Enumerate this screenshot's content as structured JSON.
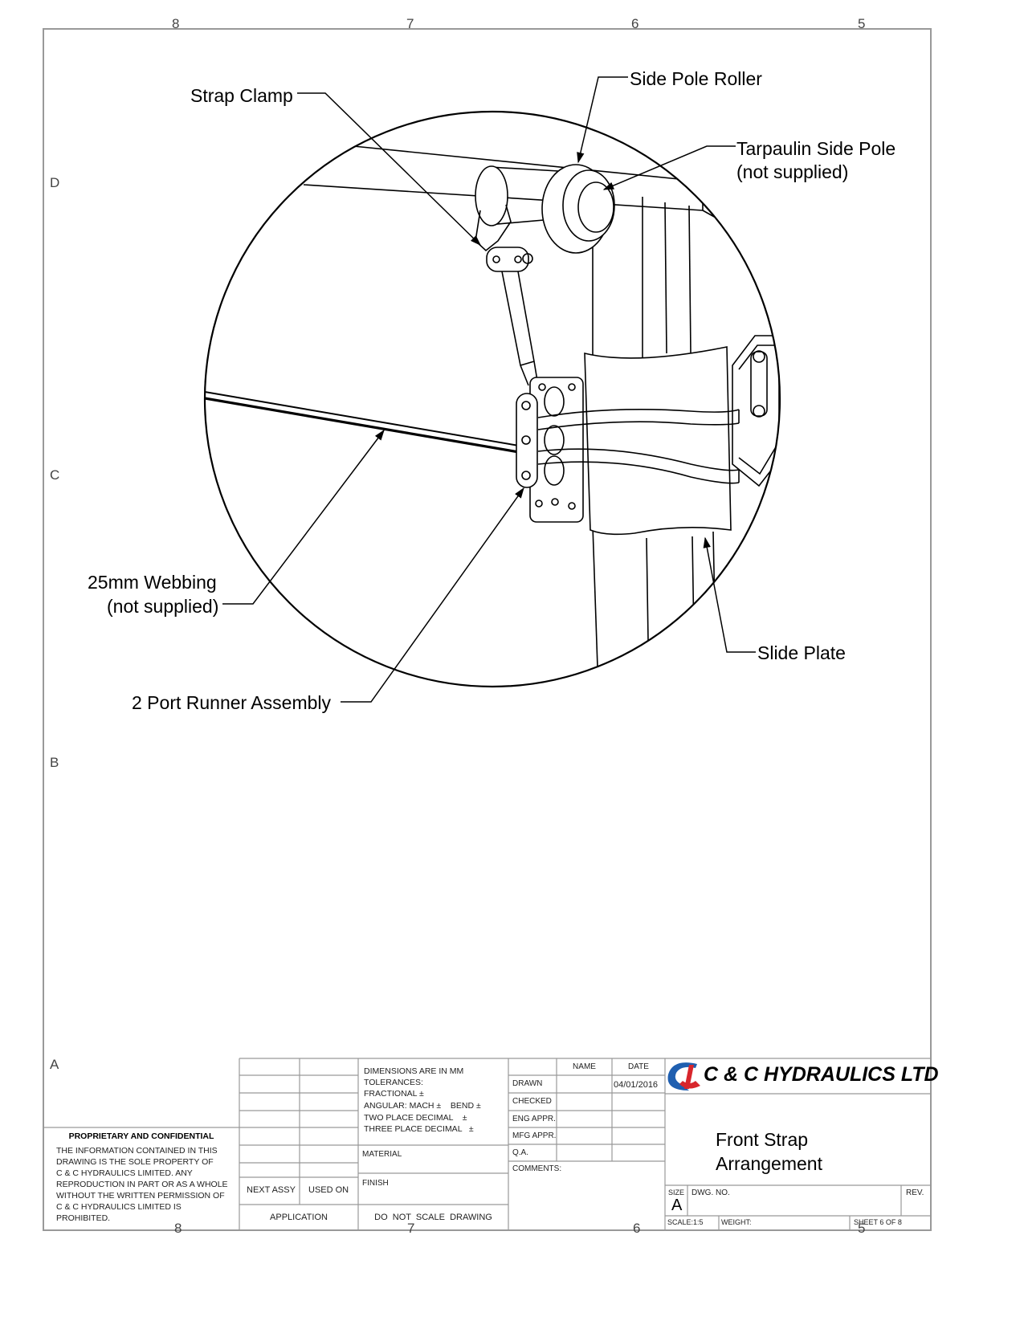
{
  "zones": {
    "columns": [
      "8",
      "7",
      "6",
      "5"
    ],
    "rows": [
      "D",
      "C",
      "B",
      "A"
    ]
  },
  "callouts": {
    "strap_clamp": "Strap Clamp",
    "side_pole_roller": "Side Pole Roller",
    "tarpaulin_line1": "Tarpaulin Side Pole",
    "tarpaulin_line2": "(not supplied)",
    "webbing_line1": "25mm Webbing",
    "webbing_line2": "(not supplied)",
    "runner": "2 Port Runner Assembly",
    "slide_plate": "Slide Plate"
  },
  "title_block": {
    "confidential_title": "PROPRIETARY AND CONFIDENTIAL",
    "confidential_lines": [
      "THE INFORMATION CONTAINED IN THIS",
      "DRAWING IS THE SOLE PROPERTY OF",
      "C & C HYDRAULICS LIMITED.  ANY",
      "REPRODUCTION IN PART OR AS A WHOLE",
      "WITHOUT THE WRITTEN PERMISSION OF",
      "C & C HYDRAULICS LIMITED  IS",
      "PROHIBITED."
    ],
    "next_assy": "NEXT ASSY",
    "used_on": "USED ON",
    "application": "APPLICATION",
    "tolerance_lines": [
      "DIMENSIONS ARE IN MM",
      "TOLERANCES:",
      "FRACTIONAL ±",
      "ANGULAR: MACH ±    BEND ±",
      "TWO PLACE DECIMAL    ±",
      "THREE PLACE DECIMAL   ±"
    ],
    "material": "MATERIAL",
    "finish": "FINISH",
    "do_not_scale": "DO  NOT  SCALE  DRAWING",
    "name_header": "NAME",
    "date_header": "DATE",
    "drawn": "DRAWN",
    "drawn_date": "04/01/2016",
    "checked": "CHECKED",
    "eng_appr": "ENG APPR.",
    "mfg_appr": "MFG APPR.",
    "qa": "Q.A.",
    "comments": "COMMENTS:",
    "company": "C & C HYDRAULICS LTD",
    "title_line1": "Front Strap",
    "title_line2": "Arrangement",
    "size_label": "SIZE",
    "size_value": "A",
    "dwg_no": "DWG.  NO.",
    "rev": "REV.",
    "scale": "SCALE:1:5",
    "weight": "WEIGHT:",
    "sheet": "SHEET 6 OF 8"
  },
  "colors": {
    "logo_blue": "#1f5fb0",
    "logo_red": "#d8262c",
    "border": "#999999"
  }
}
